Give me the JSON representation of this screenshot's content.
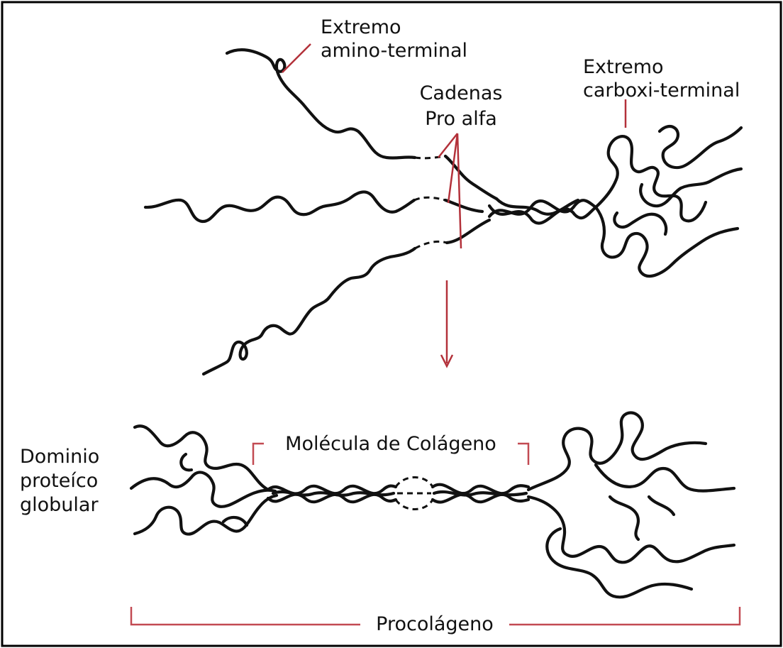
{
  "labels": {
    "amino_line1": "Extremo",
    "amino_line2": "amino-terminal",
    "carboxi_line1": "Extremo",
    "carboxi_line2": "carboxi-terminal",
    "cadenas_line1": "Cadenas",
    "cadenas_line2": "Pro alfa",
    "molecula": "Molécula de Colágeno",
    "dominio_line1": "Dominio",
    "dominio_line2": "proteíco",
    "dominio_line3": "globular",
    "procolageno": "Procolágeno"
  },
  "colors": {
    "line": "#111111",
    "accent": "#b3313a",
    "frame": "#000000"
  }
}
